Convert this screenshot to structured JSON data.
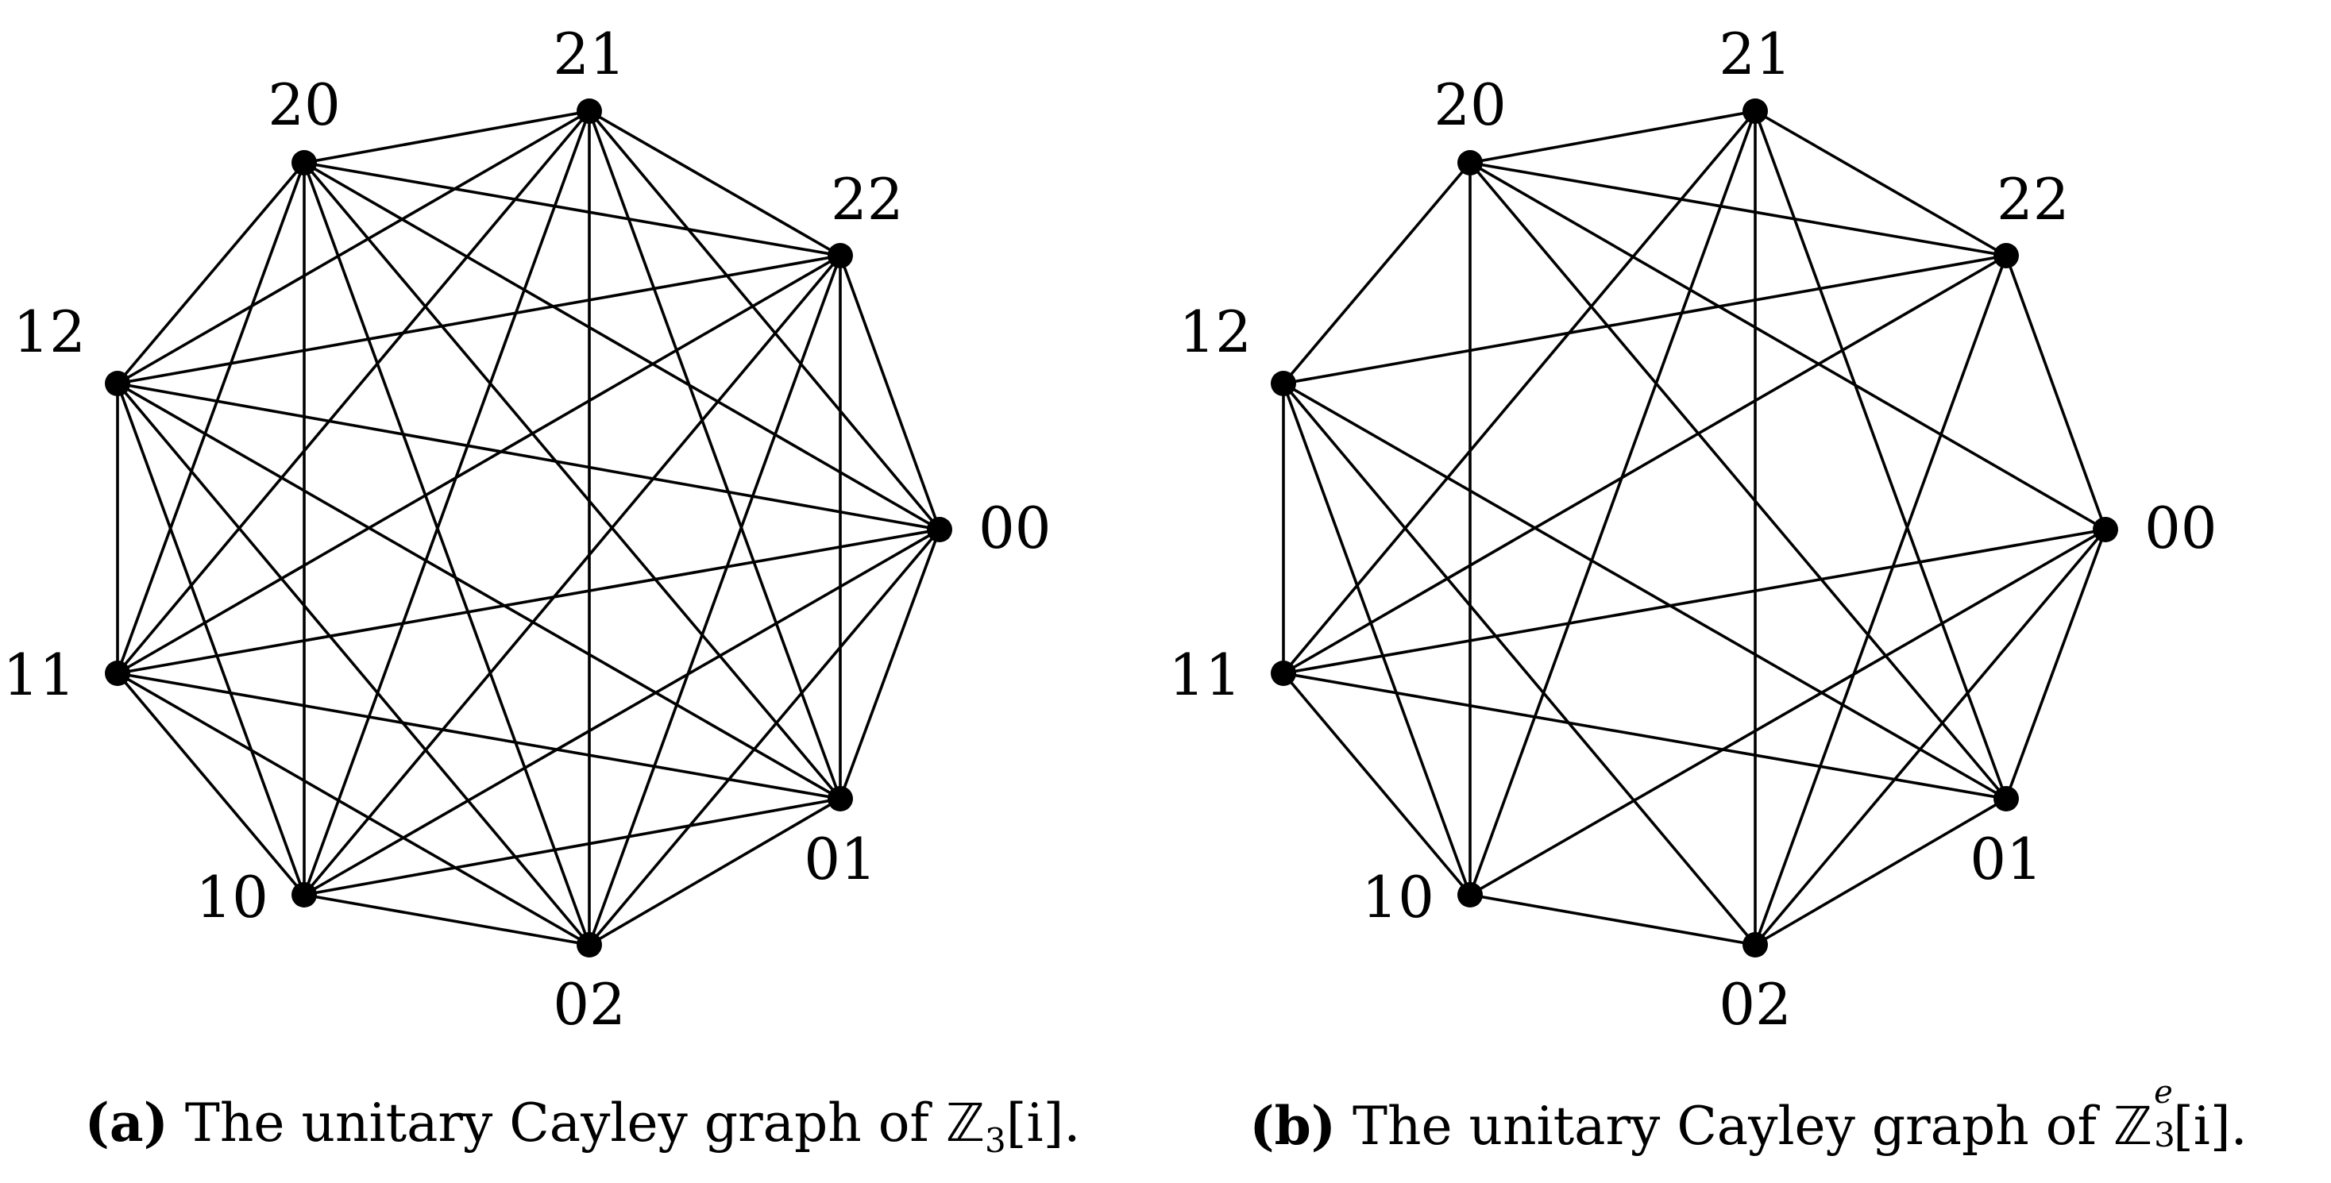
{
  "vertices": [
    "00",
    "01",
    "02",
    "10",
    "11",
    "12",
    "20",
    "21",
    "22"
  ],
  "panels": [
    {
      "caption": {
        "tag": "(a)",
        "text": "The unitary Cayley graph of ",
        "ring_symbol": "ℤ",
        "ring_sub": "3",
        "ring_sup": "",
        "ring_tail": "[i]."
      },
      "edges": [
        [
          "00",
          "01"
        ],
        [
          "00",
          "02"
        ],
        [
          "00",
          "10"
        ],
        [
          "00",
          "11"
        ],
        [
          "00",
          "12"
        ],
        [
          "00",
          "20"
        ],
        [
          "00",
          "21"
        ],
        [
          "00",
          "22"
        ],
        [
          "01",
          "02"
        ],
        [
          "01",
          "10"
        ],
        [
          "01",
          "11"
        ],
        [
          "01",
          "12"
        ],
        [
          "01",
          "20"
        ],
        [
          "01",
          "21"
        ],
        [
          "01",
          "22"
        ],
        [
          "02",
          "10"
        ],
        [
          "02",
          "11"
        ],
        [
          "02",
          "12"
        ],
        [
          "02",
          "20"
        ],
        [
          "02",
          "21"
        ],
        [
          "02",
          "22"
        ],
        [
          "10",
          "11"
        ],
        [
          "10",
          "12"
        ],
        [
          "10",
          "20"
        ],
        [
          "10",
          "21"
        ],
        [
          "10",
          "22"
        ],
        [
          "11",
          "12"
        ],
        [
          "11",
          "20"
        ],
        [
          "11",
          "21"
        ],
        [
          "11",
          "22"
        ],
        [
          "12",
          "20"
        ],
        [
          "12",
          "21"
        ],
        [
          "12",
          "22"
        ],
        [
          "20",
          "21"
        ],
        [
          "20",
          "22"
        ],
        [
          "21",
          "22"
        ]
      ]
    },
    {
      "caption": {
        "tag": "(b)",
        "text": "The unitary Cayley graph of ",
        "ring_symbol": "ℤ",
        "ring_sub": "3",
        "ring_sup": "e",
        "ring_tail": "[i]."
      },
      "edges": [
        [
          "00",
          "22"
        ],
        [
          "00",
          "01"
        ],
        [
          "00",
          "11"
        ],
        [
          "00",
          "02"
        ],
        [
          "00",
          "10"
        ],
        [
          "00",
          "20"
        ],
        [
          "22",
          "20"
        ],
        [
          "22",
          "21"
        ],
        [
          "22",
          "12"
        ],
        [
          "22",
          "11"
        ],
        [
          "22",
          "02"
        ],
        [
          "21",
          "20"
        ],
        [
          "21",
          "11"
        ],
        [
          "21",
          "01"
        ],
        [
          "21",
          "02"
        ],
        [
          "21",
          "10"
        ],
        [
          "20",
          "12"
        ],
        [
          "20",
          "10"
        ],
        [
          "20",
          "01"
        ],
        [
          "12",
          "11"
        ],
        [
          "12",
          "10"
        ],
        [
          "12",
          "02"
        ],
        [
          "12",
          "01"
        ],
        [
          "11",
          "10"
        ],
        [
          "11",
          "01"
        ],
        [
          "10",
          "02"
        ],
        [
          "02",
          "01"
        ]
      ]
    }
  ]
}
